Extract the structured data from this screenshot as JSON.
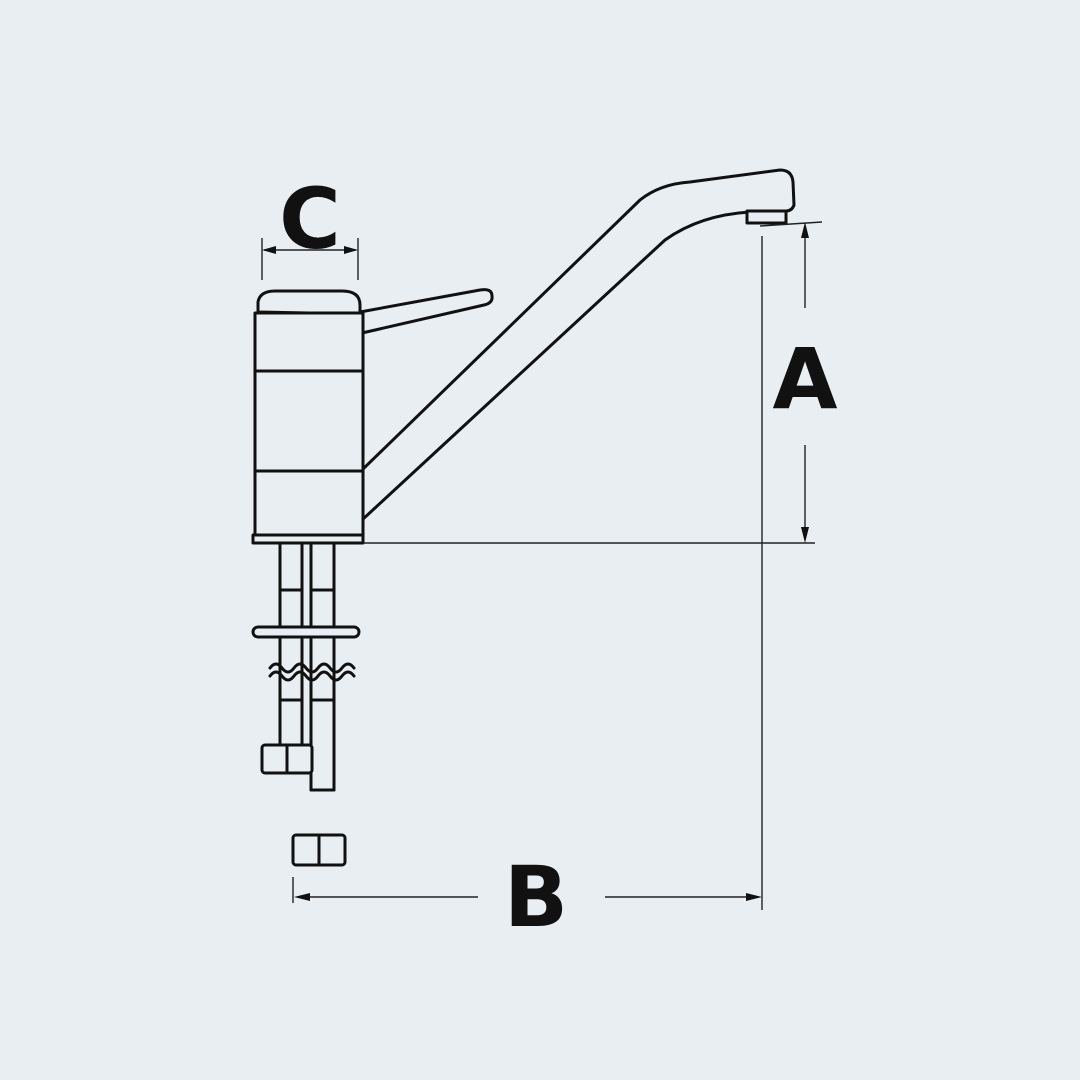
{
  "dimensions": {
    "height_label": "A",
    "reach_label": "B",
    "handle_width_label": "C"
  },
  "colors": {
    "background": "#e8eef1",
    "line": "#111111"
  }
}
